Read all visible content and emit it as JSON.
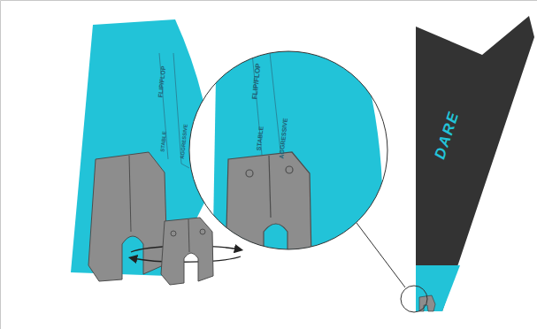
{
  "diagram": {
    "labels": [
      "FLIP/FLOP",
      "STABLE",
      "AGGRESSIVE",
      "FLIP/FLOP",
      "STABLE",
      "AGGRESSIVE",
      "DARE"
    ]
  }
}
